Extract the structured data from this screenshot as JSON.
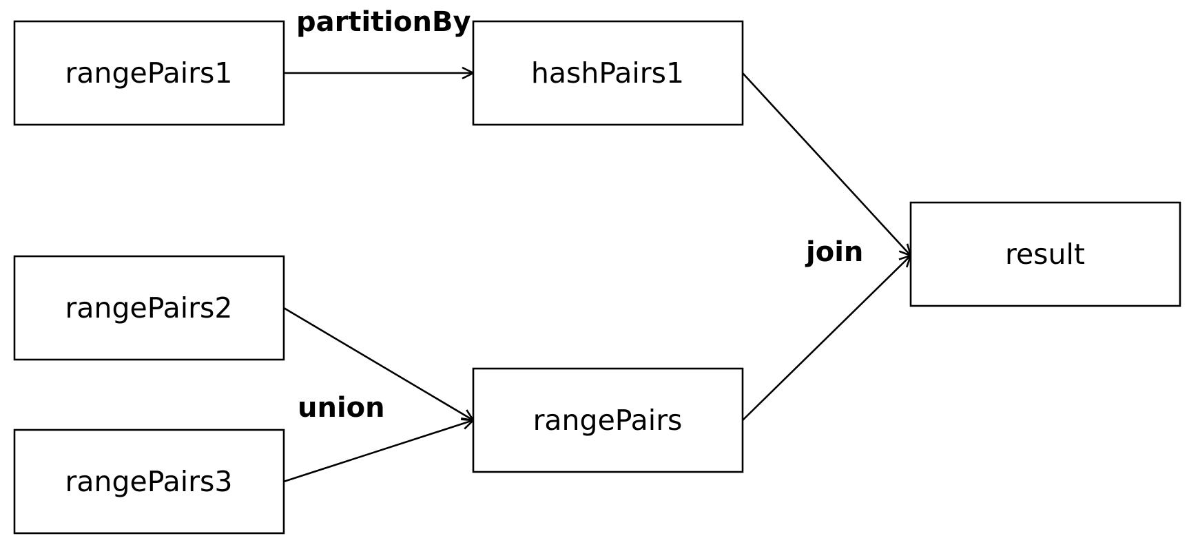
{
  "nodes": {
    "rangePairs1": "rangePairs1",
    "hashPairs1": "hashPairs1",
    "rangePairs2": "rangePairs2",
    "rangePairs3": "rangePairs3",
    "rangePairs": "rangePairs",
    "result": "result"
  },
  "edges": {
    "partitionBy": "partitionBy",
    "union": "union",
    "join": "join"
  },
  "colors": {
    "stroke": "#000000",
    "background": "#ffffff"
  }
}
